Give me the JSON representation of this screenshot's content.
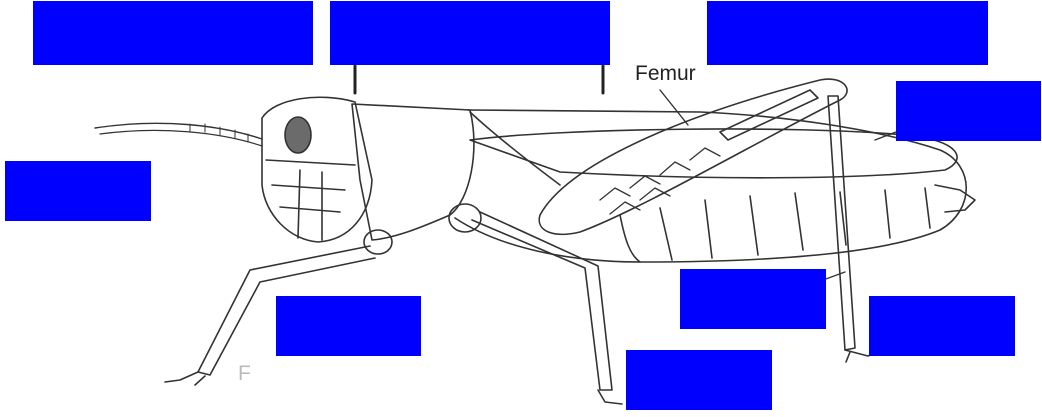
{
  "diagram": {
    "label_femur": "Femur",
    "label_fragment": "F",
    "hidden_label_color": "#0000FF",
    "line_color": "#333333",
    "hidden_label_boxes": [
      {
        "id": "top-left"
      },
      {
        "id": "top-middle"
      },
      {
        "id": "top-right"
      },
      {
        "id": "wing"
      },
      {
        "id": "antenna"
      },
      {
        "id": "foreleg"
      },
      {
        "id": "hind-leg-knee"
      },
      {
        "id": "hind-foot"
      },
      {
        "id": "middle-foot"
      }
    ]
  }
}
